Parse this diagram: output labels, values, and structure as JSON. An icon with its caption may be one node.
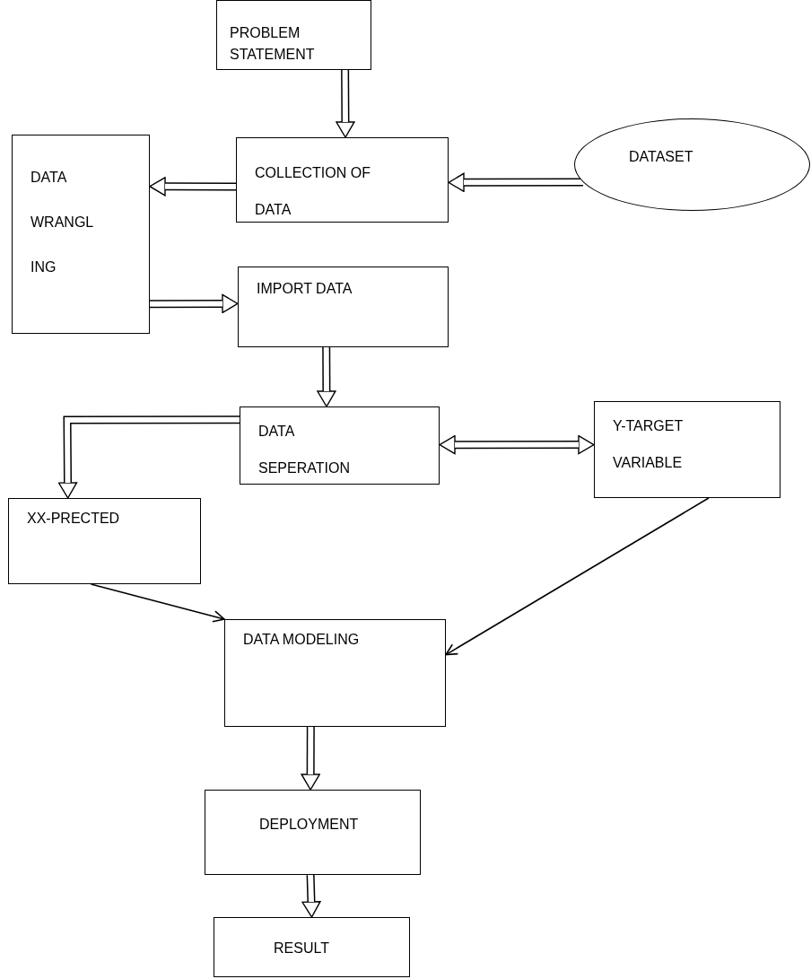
{
  "diagram": {
    "nodes": [
      {
        "text": [
          "PROBLEM STATEMENT"
        ]
      },
      {
        "text": [
          "DATA WRANGL ING"
        ]
      },
      {
        "text": [
          "COLLECTION OF DATA"
        ]
      },
      {
        "text": [
          "DATASET"
        ]
      },
      {
        "text": [
          "IMPORT DATA"
        ]
      },
      {
        "text": [
          "DATA SEPERATION"
        ]
      },
      {
        "text": [
          "Y-TARGET VARIABLE"
        ]
      },
      {
        "text": [
          "XX-PRECTED"
        ]
      },
      {
        "text": [
          "DATA MODELING"
        ]
      },
      {
        "text": [
          "DEPLOYMENT"
        ]
      },
      {
        "text": [
          "RESULT"
        ]
      }
    ],
    "edges": [
      {
        "from": 0,
        "to": 2,
        "arrow": "to"
      },
      {
        "from": 2,
        "to": 1,
        "arrow": "to"
      },
      {
        "from": 3,
        "to": 2,
        "arrow": "to"
      },
      {
        "from": 1,
        "to": 4,
        "arrow": "to"
      },
      {
        "from": 4,
        "to": 5,
        "arrow": "to"
      },
      {
        "from": 5,
        "to": 6,
        "arrow": "both"
      },
      {
        "from": 5,
        "to": 7,
        "arrow": "to"
      },
      {
        "from": 7,
        "to": 8,
        "arrow": "to"
      },
      {
        "from": 6,
        "to": 8,
        "arrow": "to"
      },
      {
        "from": 8,
        "to": 9,
        "arrow": "to"
      },
      {
        "from": 9,
        "to": 10,
        "arrow": "to"
      }
    ]
  }
}
